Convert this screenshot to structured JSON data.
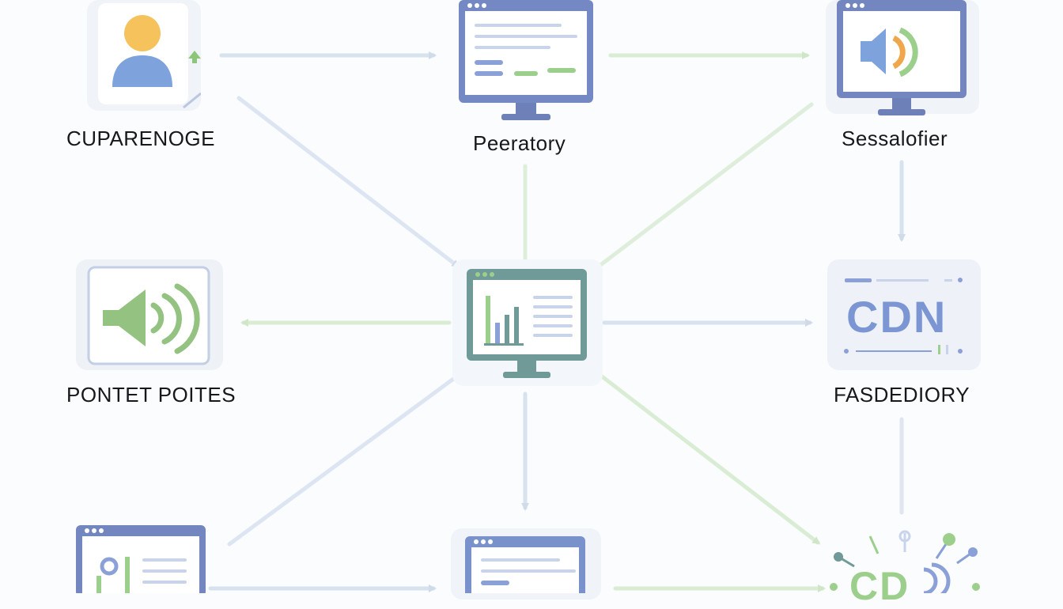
{
  "nodes": {
    "customer": {
      "label": "CUPARENOGE"
    },
    "peeratory": {
      "label": "Peeratory"
    },
    "sessalofier": {
      "label": "Sessalofier"
    },
    "pontet": {
      "label": "PONTET POITES"
    },
    "hub": {
      "label": ""
    },
    "fasdediory": {
      "label": "FASDEDIORY",
      "badge": "CDN"
    },
    "bottom_right": {
      "badge": "CD"
    }
  },
  "colors": {
    "blue": "#8aa4d6",
    "green": "#9ccf8c",
    "slate": "#6e80b8",
    "teal": "#6f9a98",
    "arrow_blue": "#d7e2ef",
    "arrow_green": "#d9ecd4"
  }
}
